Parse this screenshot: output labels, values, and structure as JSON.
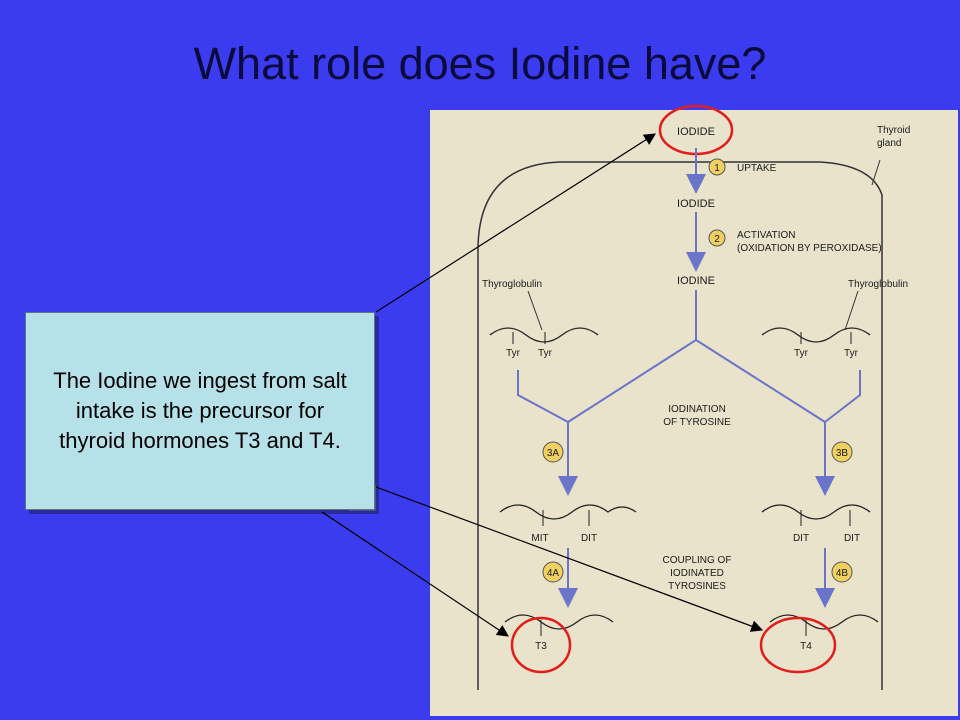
{
  "slide": {
    "title": "What role does Iodine have?",
    "background_color": "#3b3bf0"
  },
  "callout": {
    "text": "The Iodine we ingest from salt intake is the precursor for thyroid hormones T3 and T4.",
    "fill_color": "#b7e1e8"
  },
  "diagram": {
    "top_iodide": "IODIDE",
    "gland_label_line1": "Thyroid",
    "gland_label_line2": "gland",
    "step1_number": "1",
    "step1_label": "UPTAKE",
    "mid_iodide": "IODIDE",
    "step2_number": "2",
    "step2_label_line1": "ACTIVATION",
    "step2_label_line2": "(OXIDATION BY PEROXIDASE)",
    "iodine": "IODINE",
    "thyroglobulin_left": "Thyroglobulin",
    "thyroglobulin_right": "Thyroglobulin",
    "tyr": "Tyr",
    "iodination_line1": "IODINATION",
    "iodination_line2": "OF TYROSINE",
    "step3a": "3A",
    "step3b": "3B",
    "mit": "MIT",
    "dit": "DIT",
    "coupling_line1": "COUPLING OF",
    "coupling_line2": "IODINATED",
    "coupling_line3": "TYROSINES",
    "step4a": "4A",
    "step4b": "4B",
    "t3": "T3",
    "t4": "T4",
    "highlight_color": "#e31c1c",
    "arrow_color": "#6a74c8",
    "step_circle_color": "#f0d060"
  }
}
